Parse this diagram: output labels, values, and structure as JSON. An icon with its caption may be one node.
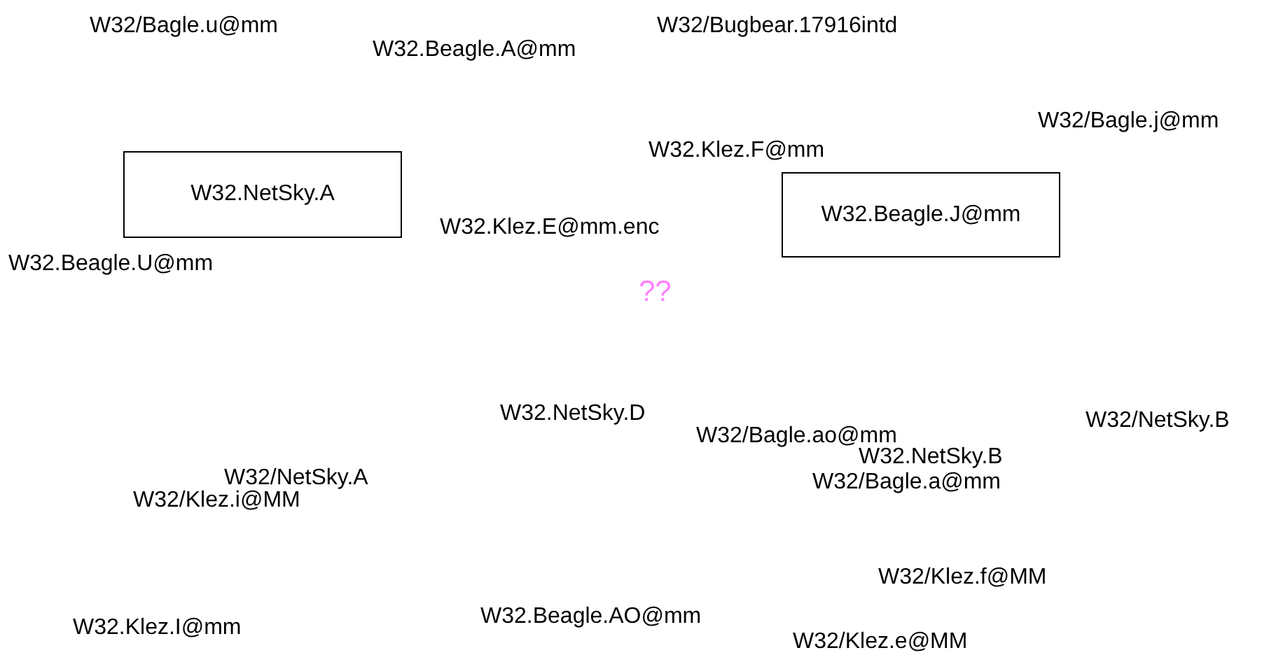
{
  "diagram": {
    "nodes": [
      {
        "text": [
          "W32.NetSky.A"
        ]
      },
      {
        "text": [
          "W32.Beagle.J@mm"
        ]
      }
    ],
    "labels": [
      "W32/Bagle.u@mm",
      "W32/Bugbear.17916intd",
      "W32.Beagle.A@mm",
      "W32/Bagle.j@mm",
      "W32.Klez.F@mm",
      "W32.Klez.E@mm.enc",
      "W32.Beagle.U@mm",
      "??",
      "W32.NetSky.D",
      "W32/NetSky.B",
      "W32/Bagle.ao@mm",
      "W32.NetSky.B",
      "W32/Bagle.a@mm",
      "W32/NetSky.A",
      "W32/Klez.i@MM",
      "W32/Klez.f@MM",
      "W32.Beagle.AO@mm",
      "W32.Klez.I@mm",
      "W32/Klez.e@MM"
    ]
  }
}
